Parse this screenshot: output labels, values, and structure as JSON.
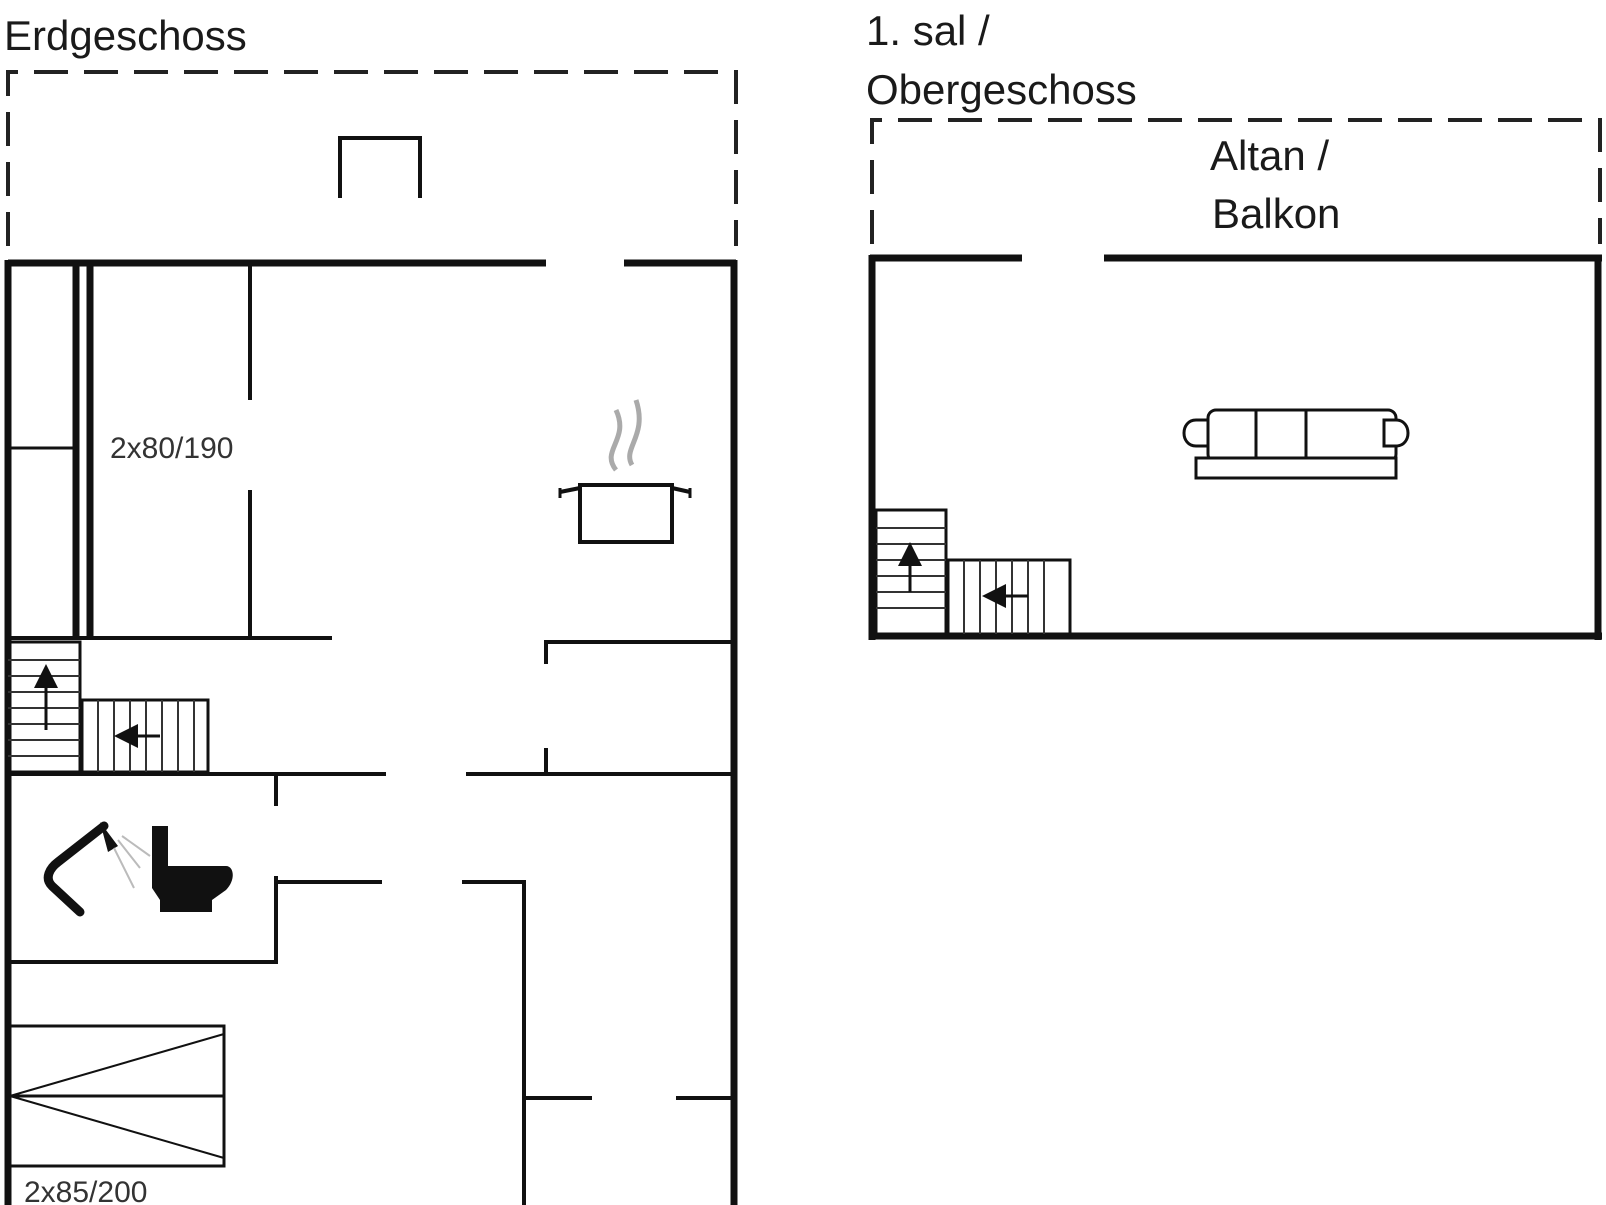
{
  "floors": [
    {
      "title_lines": [
        "Erdgeschoss"
      ],
      "room_labels": {
        "bed_upper": "2x80/190",
        "bed_lower": "2x85/200"
      }
    },
    {
      "title_lines": [
        "1. sal /",
        "Obergeschoss"
      ],
      "room_labels": {
        "balcony_line1": "Altan /",
        "balcony_line2": "Balkon"
      }
    }
  ],
  "icons": [
    "stove-pot-icon",
    "shower-icon",
    "toilet-icon",
    "sofa-icon",
    "stairs-up-icon",
    "stairs-turn-icon",
    "bed-icon"
  ]
}
